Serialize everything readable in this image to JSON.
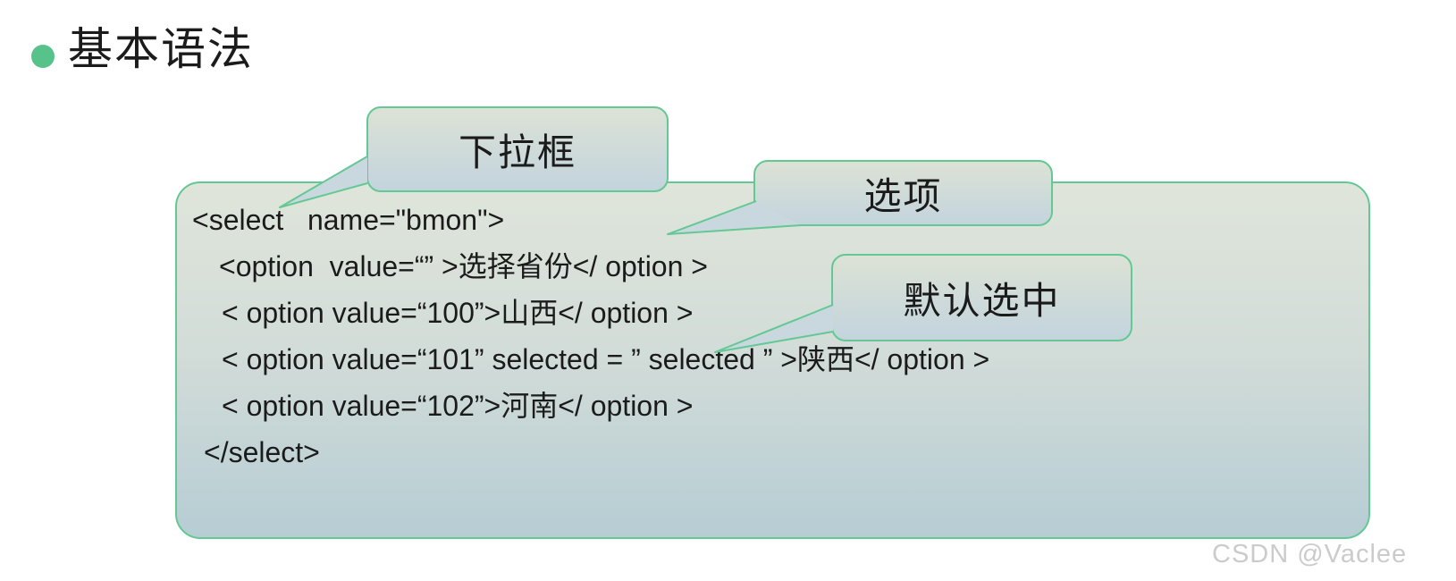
{
  "header": {
    "bullet_icon": "green-dot",
    "title": "基本语法"
  },
  "code_block": {
    "lines": [
      "<select   name=\"bmon\">",
      "<option  value=“” >选择省份</ option >",
      "< option value=“100”>山西</ option >",
      "< option value=“101” selected = ” selected ” >陕西</ option >",
      "< option value=“102”>河南</ option >",
      "</select>"
    ]
  },
  "callouts": [
    {
      "id": "dropdown",
      "label": "下拉框"
    },
    {
      "id": "option",
      "label": "选项"
    },
    {
      "id": "default-selected",
      "label": "默认选中"
    }
  ],
  "watermark": {
    "text": "CSDN @Vaclee"
  },
  "colors": {
    "bullet-green": "#58c28b",
    "border-green": "#63c893",
    "panel-top": "#dfe5da",
    "panel-bottom": "#b6cdd4",
    "callout-top": "#dce2d5",
    "callout-bottom": "#c3d4dd",
    "tail-fill": "#c9d8df",
    "text-black": "#1b1b1b",
    "watermark-gray": "#cbcbcb"
  }
}
